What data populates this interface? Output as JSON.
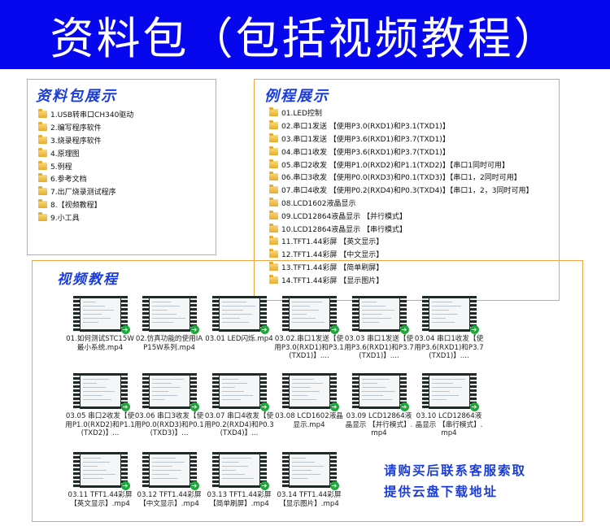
{
  "banner": {
    "title": "资料包（包括视频教程）"
  },
  "resources": {
    "title": "资料包展示",
    "items": [
      "1.USB转串口CH340驱动",
      "2.编写程序软件",
      "3.烧录程序软件",
      "4.原理图",
      "5.例程",
      "6.参考文档",
      "7.出厂烧录测试程序",
      "8.【视频教程】",
      "9.小工具"
    ]
  },
  "examples": {
    "title": "例程展示",
    "items": [
      "01.LED控制",
      "02.串口1发送 【使用P3.0(RXD1)和P3.1(TXD1)】",
      "03.串口1发送 【使用P3.6(RXD1)和P3.7(TXD1)】",
      "04.串口1收发 【使用P3.6(RXD1)和P3.7(TXD1)】",
      "05.串口2收发 【使用P1.0(RXD2)和P1.1(TXD2)】【串口1同时可用】",
      "06.串口3收发 【使用P0.0(RXD3)和P0.1(TXD3)】【串口1，2同时可用】",
      "07.串口4收发 【使用P0.2(RXD4)和P0.3(TXD4)】【串口1，2，3同时可用】",
      "08.LCD1602液晶显示",
      "09.LCD12864液晶显示 【并行模式】",
      "10.LCD12864液晶显示 【串行模式】",
      "11.TFT1.44彩屏 【英文显示】",
      "12.TFT1.44彩屏 【中文显示】",
      "13.TFT1.44彩屏 【简单刷屏】",
      "14.TFT1.44彩屏 【显示图片】"
    ]
  },
  "videos": {
    "title": "视频教程",
    "items": [
      "01.如何测试STC15W最小系统.mp4",
      "02.仿真功能的使用IAP15W系列.mp4",
      "03.01 LED闪烁.mp4",
      "03.02.串口1发送【使用P3.0(RXD1)和P3.1(TXD1)】....",
      "03.03 串口1发送【使用P3.6(RXD1)和P3.7(TXD1)】....",
      "03.04 串口1收发【使用P3.6(RXD1)和P3.7(TXD1)】....",
      "03.05 串口2收发【使用P1.0(RXD2)和P1.1(TXD2)】...",
      "03.06 串口3收发【使用P0.0(RXD3)和P0.1(TXD3)】...",
      "03.07 串口4收发【使用P0.2(RXD4)和P0.3(TXD4)】...",
      "03.08 LCD1602液晶显示.mp4",
      "03.09 LCD12864液晶显示 【并行模式】.mp4",
      "03.10 LCD12864液晶显示 【串行模式】.mp4",
      "03.11 TFT1.44彩屏 【英文显示】.mp4",
      "03.12 TFT1.44彩屏 【中文显示】.mp4",
      "03.13 TFT1.44彩屏 【简单刷屏】.mp4",
      "03.14 TFT1.44彩屏 【显示图片】.mp4"
    ]
  },
  "contact": {
    "line1": "请购买后联系客服索取",
    "line2": "提供云盘下载地址"
  },
  "colors": {
    "banner_bg": "#0707ee",
    "accent_blue": "#1a3cdc",
    "panel_border": "#f0a640",
    "play_green": "#1fa83a"
  },
  "icons": {
    "folder": "folder-icon",
    "video": "video-thumbnail-icon",
    "play": "play-arrow-icon"
  }
}
